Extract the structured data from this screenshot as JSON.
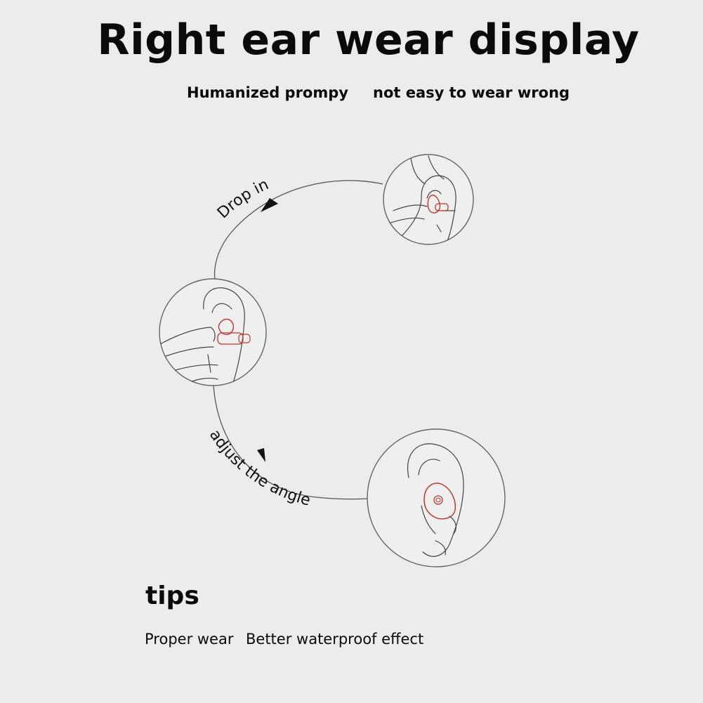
{
  "title": "Right ear wear display",
  "subtitle": {
    "left": "Humanized prompy",
    "right": "not easy to wear wrong"
  },
  "steps": {
    "drop_in": "Drop in",
    "adjust": "adjust the angle"
  },
  "tips": {
    "heading": "tips",
    "left": "Proper wear",
    "right": "Better waterproof effect"
  },
  "colors": {
    "background": "#ececec",
    "line": "#555555",
    "earplug": "#c0392b"
  },
  "icons": [
    "ear-insert-step-icon",
    "ear-drop-in-step-icon",
    "ear-worn-step-icon"
  ]
}
